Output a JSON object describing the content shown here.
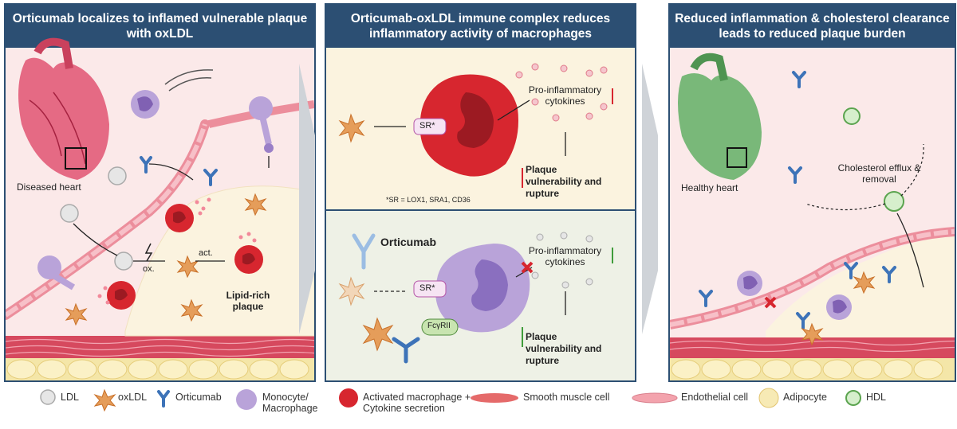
{
  "panel1": {
    "title": "Orticumab localizes to inflamed vulnerable plaque with oxLDL",
    "diseased_heart": "Diseased heart",
    "ox": "ox.",
    "act": "act.",
    "plaque": "Lipid-rich plaque"
  },
  "panel2": {
    "title": "Orticumab-oxLDL immune complex reduces inflammatory activity of macrophages",
    "sr": "SR*",
    "proinflam": "Pro-inflammatory cytokines",
    "vulnerability": "Plaque vulnerability and rupture",
    "footnote": "*SR = LOX1, SRA1, CD36",
    "orticumab": "Orticumab",
    "sr2": "SR*",
    "fcyrii": "FcγRII",
    "proinflam2": "Pro-inflammatory cytokines",
    "vulnerability2": "Plaque vulnerability and rupture"
  },
  "panel3": {
    "title": "Reduced inflammation & cholesterol clearance leads to reduced plaque burden",
    "healthy_heart": "Healthy heart",
    "efflux": "Cholesterol efflux & removal"
  },
  "legend": {
    "ldl": "LDL",
    "oxldl": "oxLDL",
    "orticumab": "Orticumab",
    "monocyte": "Monocyte/ Macrophage",
    "activated": "Activated macrophage + Cytokine secretion",
    "smooth": "Smooth muscle cell",
    "endothelial": "Endothelial cell",
    "adipocyte": "Adipocyte",
    "hdl": "HDL"
  },
  "colors": {
    "header": "#2c4f73",
    "vessel_wall": "#fbe9e9",
    "plaque": "#fbf3df",
    "macrophage_active": "#d7262f",
    "monocyte": "#b9a3d9",
    "antibody": "#3d73b8",
    "oxldl": "#e59d5a",
    "hdl_fill": "#d6efcc",
    "arrow_up": "#d7262f",
    "arrow_down": "#3f9c3a",
    "heart_diseased": "#e56a84",
    "heart_healthy": "#79b879"
  }
}
